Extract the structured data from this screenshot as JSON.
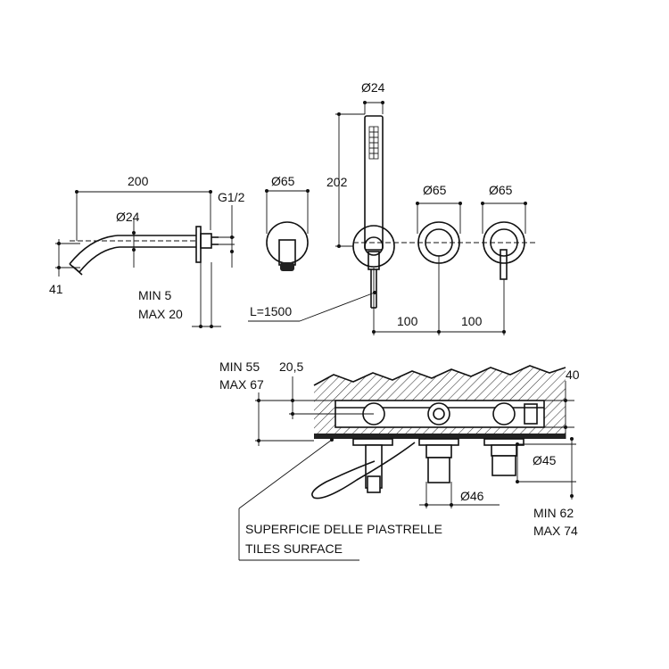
{
  "spout": {
    "length": "200",
    "diameter": "Ø24",
    "thread": "G1/2",
    "height": "41",
    "wall_range_min": "MIN 5",
    "wall_range_max": "MAX 20"
  },
  "hand_shower": {
    "diameter": "Ø24",
    "height": "202",
    "hose_length": "L=1500"
  },
  "plates": {
    "spout_plate_diameter": "Ø65",
    "mixer1_plate_diameter": "Ø65",
    "mixer2_plate_diameter": "Ø65",
    "spacing_1": "100",
    "spacing_2": "100"
  },
  "section": {
    "depth_min": "MIN 55",
    "depth_max": "MAX 67",
    "offset": "20,5",
    "body_height": "40",
    "diameter_a": "Ø45",
    "diameter_b": "Ø46",
    "range_min": "MIN 62",
    "range_max": "MAX 74",
    "tiles_label_it": "SUPERFICIE DELLE PIASTRELLE",
    "tiles_label_en": "TILES SURFACE"
  }
}
